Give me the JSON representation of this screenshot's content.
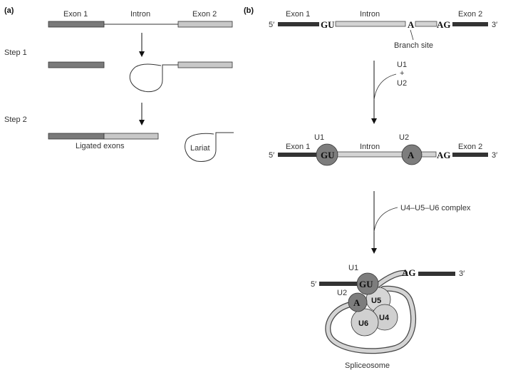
{
  "panel_a": {
    "tag": "(a)",
    "exon1": "Exon 1",
    "intron": "Intron",
    "exon2": "Exon 2",
    "step1": "Step 1",
    "step2": "Step 2",
    "ligated": "Ligated exons",
    "lariat": "Lariat"
  },
  "panel_b": {
    "tag": "(b)",
    "top": {
      "exon1": "Exon 1",
      "intron": "Intron",
      "exon2": "Exon 2",
      "five": "5′",
      "three": "3′",
      "gu": "GU",
      "a": "A",
      "ag": "AG",
      "branch": "Branch site"
    },
    "arrow1": {
      "u1": "U1",
      "plus": "+",
      "u2": "U2"
    },
    "middle": {
      "exon1": "Exon 1",
      "intron": "Intron",
      "exon2": "Exon 2",
      "five": "5′",
      "three": "3′",
      "u1": "U1",
      "u2": "U2",
      "gu": "GU",
      "a": "A",
      "ag": "AG"
    },
    "arrow2": {
      "complex": "U4–U5–U6 complex"
    },
    "spliceosome": {
      "five": "5′",
      "three": "3′",
      "u1": "U1",
      "u2": "U2",
      "gu": "GU",
      "a": "A",
      "ag": "AG",
      "u4": "U4",
      "u5": "U5",
      "u6": "U6",
      "caption": "Spliceosome"
    }
  },
  "colors": {
    "exon_dark": "#7a7a7a",
    "exon_light": "#c8c8c8",
    "exon_black": "#333333",
    "intron_tube": "#d4d4d4",
    "u1u2_fill": "#7d7d7d",
    "u5_fill": "#d6d6d6",
    "u4u6_fill": "#d0d0d0"
  }
}
